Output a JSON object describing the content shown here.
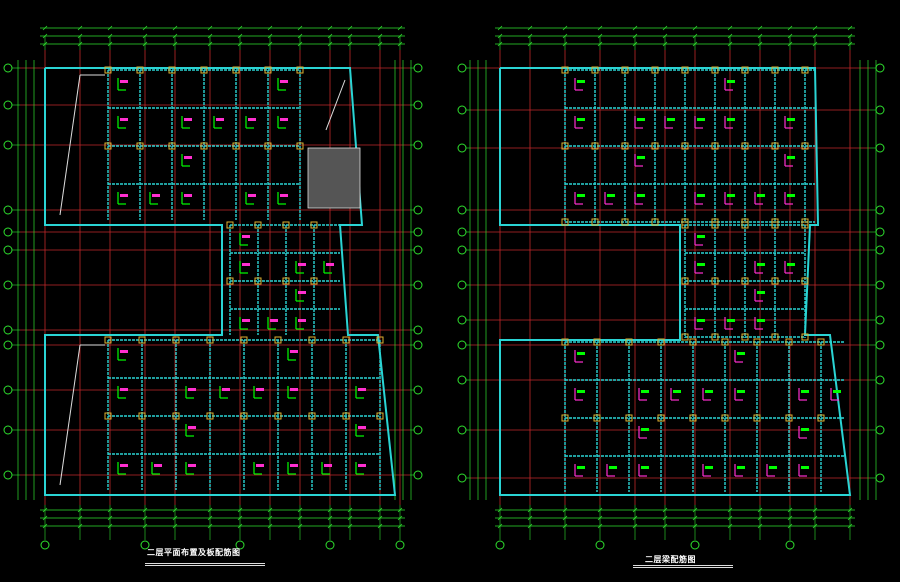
{
  "drawings": [
    {
      "id": "left",
      "title": "二层平面布置及板配筋图"
    },
    {
      "id": "right",
      "title": "二层梁配筋图"
    }
  ],
  "colors": {
    "background": "#000000",
    "beam": "#2ad4d4",
    "axis": "#c0282a",
    "dimension": "#2ee02e",
    "rebar": "#ff2fd0",
    "annotation": "#00ff00",
    "column": "#e0b030",
    "text": "#ffffff"
  }
}
